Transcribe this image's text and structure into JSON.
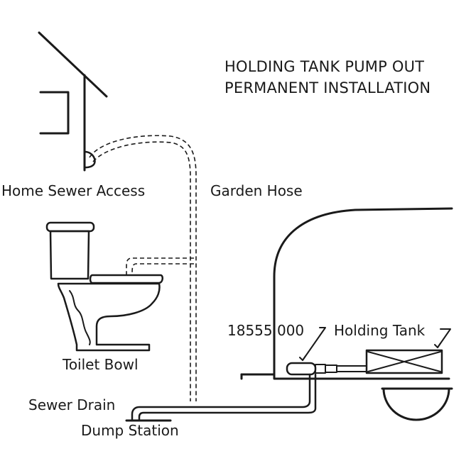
{
  "title": {
    "line1": "HOLDING TANK PUMP OUT",
    "line2": "PERMANENT INSTALLATION"
  },
  "labels": {
    "home_sewer_access": "Home Sewer Access",
    "garden_hose": "Garden Hose",
    "toilet_bowl": "Toilet Bowl",
    "part_number": "18555 000",
    "holding_tank": "Holding Tank",
    "sewer_drain": "Sewer Drain",
    "dump_station": "Dump Station"
  }
}
